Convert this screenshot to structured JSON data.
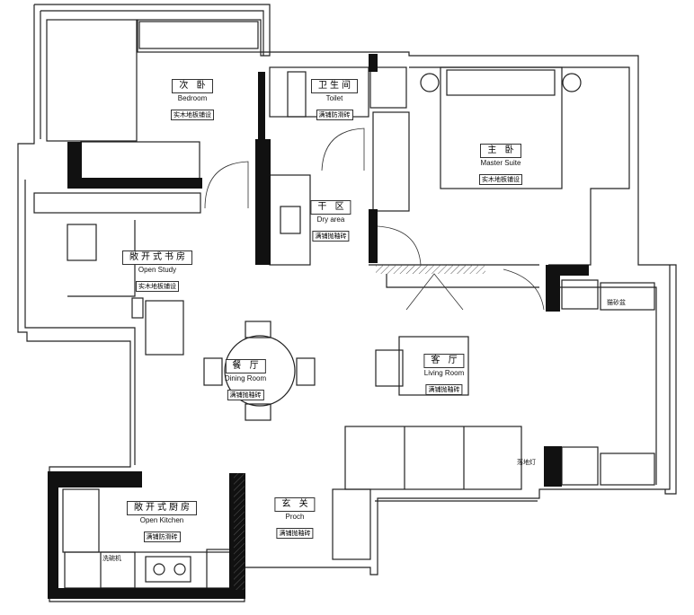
{
  "rooms": {
    "second_bedroom": {
      "zh": "次 卧",
      "en": "Bedroom",
      "material": "实木地板铺设"
    },
    "toilet": {
      "zh": "卫生间",
      "en": "Toilet",
      "material": "满铺防滑砖"
    },
    "master": {
      "zh": "主 卧",
      "en": "Master Suite",
      "material": "实木地板铺设"
    },
    "dry_area": {
      "zh": "干 区",
      "en": "Dry area",
      "material": "满铺抛釉砖"
    },
    "study": {
      "zh": "敞开式书房",
      "en": "Open Study",
      "material": "实木地板铺设"
    },
    "dining": {
      "zh": "餐 厅",
      "en": "Dining Room",
      "material": "满铺抛釉砖"
    },
    "living": {
      "zh": "客 厅",
      "en": "Living Room",
      "material": "满铺抛釉砖"
    },
    "kitchen": {
      "zh": "敞开式厨房",
      "en": "Open Kitchen",
      "material": "满铺防滑砖"
    },
    "porch": {
      "zh": "玄 关",
      "en": "Proch",
      "material": "满铺抛釉砖"
    }
  },
  "annotations": {
    "litter_box": "猫砂盆",
    "floor_lamp": "落地灯",
    "dishwasher": "洗碗机"
  },
  "colors": {
    "wall_fill": "#111111",
    "line": "#222222",
    "background": "#ffffff"
  }
}
